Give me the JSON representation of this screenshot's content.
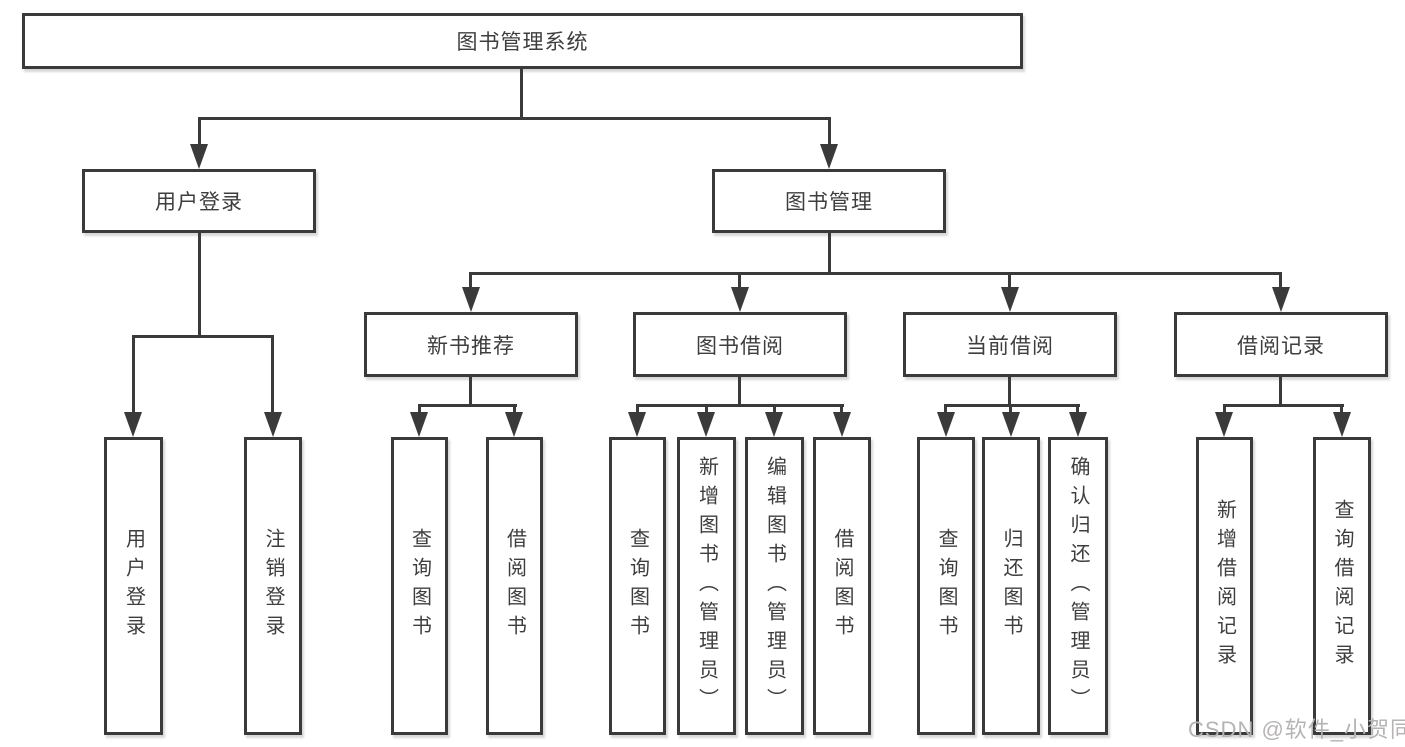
{
  "tree": {
    "root": {
      "label": "图书管理系统",
      "children": [
        {
          "label": "用户登录",
          "children": [
            {
              "label": "用户登录"
            },
            {
              "label": "注销登录"
            }
          ]
        },
        {
          "label": "图书管理",
          "children": [
            {
              "label": "新书推荐",
              "children": [
                {
                  "label": "查询图书"
                },
                {
                  "label": "借阅图书"
                }
              ]
            },
            {
              "label": "图书借阅",
              "children": [
                {
                  "label": "查询图书"
                },
                {
                  "label": "新增图书（管理员）"
                },
                {
                  "label": "编辑图书（管理员）"
                },
                {
                  "label": "借阅图书"
                }
              ]
            },
            {
              "label": "当前借阅",
              "children": [
                {
                  "label": "查询图书"
                },
                {
                  "label": "归还图书"
                },
                {
                  "label": "确认归还（管理员）"
                }
              ]
            },
            {
              "label": "借阅记录",
              "children": [
                {
                  "label": "新增借阅记录"
                },
                {
                  "label": "查询借阅记录"
                }
              ]
            }
          ]
        }
      ]
    }
  },
  "watermark": {
    "text": "CSDN @软件_小贺同学"
  },
  "colors": {
    "line": "#3a3a3a",
    "text": "#3e3e3e",
    "watermark": "#b6b3b3",
    "background": "#ffffff"
  }
}
